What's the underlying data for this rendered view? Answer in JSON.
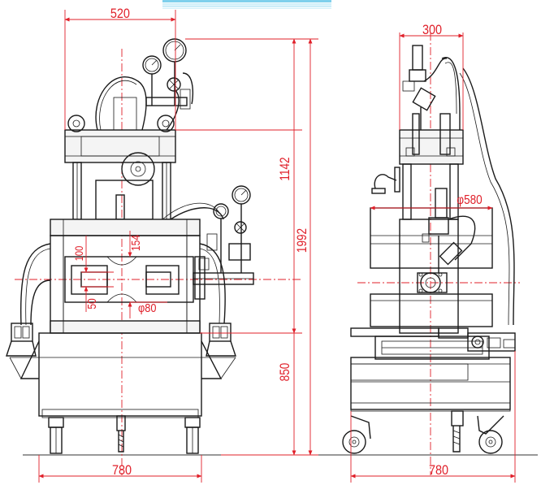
{
  "front_view": {
    "width_top": "520",
    "height_upper": "1142",
    "height_total": "1992",
    "height_lower": "850",
    "dim_100": "100",
    "dim_154": "154",
    "dim_50": "50",
    "dim_phi80": "φ80",
    "width_base": "780"
  },
  "side_view": {
    "width_top": "300",
    "dim_phi580": "φ580",
    "width_base": "780"
  },
  "colors": {
    "dimension": "#e0202a",
    "line": "#1a1a1a",
    "header_band": "#7fd0ec"
  }
}
